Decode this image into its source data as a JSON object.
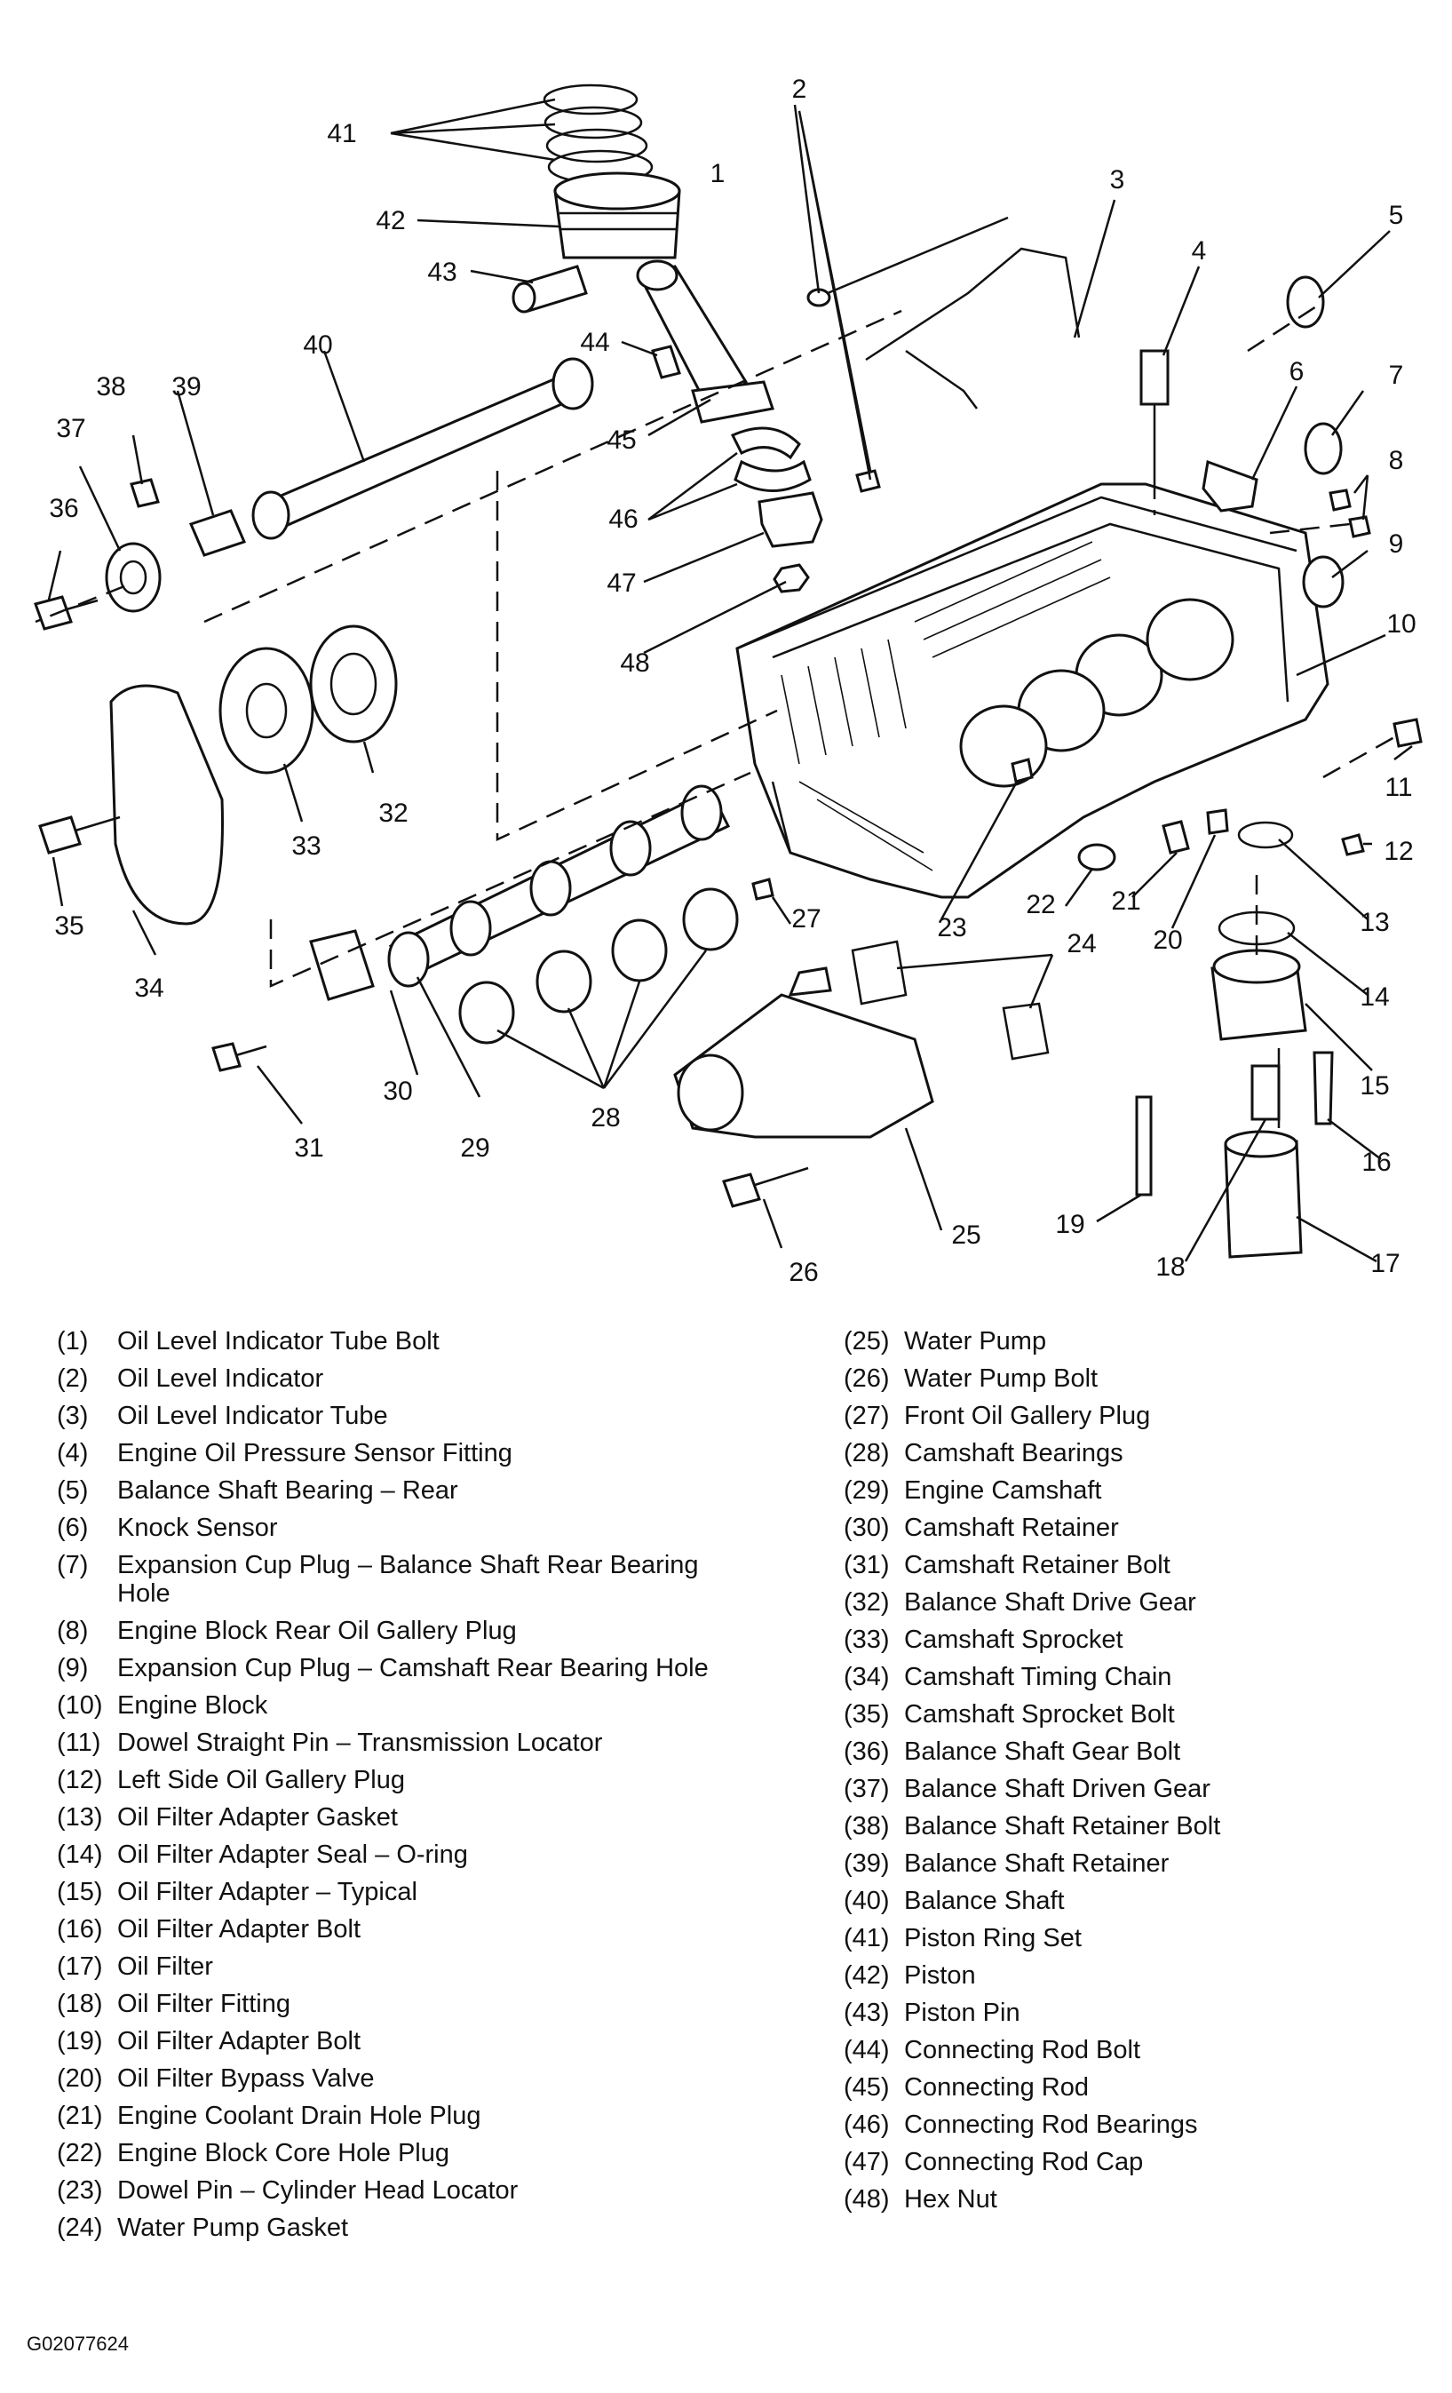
{
  "callouts": [
    "1",
    "2",
    "3",
    "4",
    "5",
    "6",
    "7",
    "8",
    "9",
    "10",
    "11",
    "12",
    "13",
    "14",
    "15",
    "16",
    "17",
    "18",
    "19",
    "20",
    "21",
    "22",
    "23",
    "24",
    "25",
    "26",
    "27",
    "28",
    "29",
    "30",
    "31",
    "32",
    "33",
    "34",
    "35",
    "36",
    "37",
    "38",
    "39",
    "40",
    "41",
    "42",
    "43",
    "44",
    "45",
    "46",
    "47",
    "48"
  ],
  "legend_left": [
    {
      "num": "(1)",
      "name": "Oil Level Indicator Tube Bolt"
    },
    {
      "num": "(2)",
      "name": "Oil Level Indicator"
    },
    {
      "num": "(3)",
      "name": "Oil Level Indicator Tube"
    },
    {
      "num": "(4)",
      "name": "Engine Oil Pressure Sensor Fitting"
    },
    {
      "num": "(5)",
      "name": "Balance Shaft Bearing – Rear"
    },
    {
      "num": "(6)",
      "name": "Knock Sensor"
    },
    {
      "num": "(7)",
      "name": "Expansion Cup Plug – Balance Shaft Rear Bearing Hole"
    },
    {
      "num": "(8)",
      "name": "Engine Block Rear Oil Gallery Plug"
    },
    {
      "num": "(9)",
      "name": "Expansion Cup Plug – Camshaft Rear Bearing Hole"
    },
    {
      "num": "(10)",
      "name": "Engine Block"
    },
    {
      "num": "(11)",
      "name": "Dowel Straight Pin – Transmission Locator"
    },
    {
      "num": "(12)",
      "name": "Left Side Oil Gallery Plug"
    },
    {
      "num": "(13)",
      "name": "Oil Filter Adapter Gasket"
    },
    {
      "num": "(14)",
      "name": "Oil Filter Adapter Seal – O-ring"
    },
    {
      "num": "(15)",
      "name": "Oil Filter Adapter – Typical"
    },
    {
      "num": "(16)",
      "name": "Oil Filter Adapter Bolt"
    },
    {
      "num": "(17)",
      "name": "Oil Filter"
    },
    {
      "num": "(18)",
      "name": "Oil Filter Fitting"
    },
    {
      "num": "(19)",
      "name": "Oil Filter Adapter Bolt"
    },
    {
      "num": "(20)",
      "name": "Oil Filter Bypass Valve"
    },
    {
      "num": "(21)",
      "name": "Engine Coolant Drain Hole Plug"
    },
    {
      "num": "(22)",
      "name": "Engine Block Core Hole Plug"
    },
    {
      "num": "(23)",
      "name": "Dowel Pin – Cylinder Head Locator"
    },
    {
      "num": "(24)",
      "name": "Water Pump Gasket"
    }
  ],
  "legend_right": [
    {
      "num": "(25)",
      "name": "Water Pump"
    },
    {
      "num": "(26)",
      "name": "Water Pump Bolt"
    },
    {
      "num": "(27)",
      "name": "Front Oil Gallery Plug"
    },
    {
      "num": "(28)",
      "name": "Camshaft Bearings"
    },
    {
      "num": "(29)",
      "name": "Engine Camshaft"
    },
    {
      "num": "(30)",
      "name": "Camshaft Retainer"
    },
    {
      "num": "(31)",
      "name": "Camshaft Retainer Bolt"
    },
    {
      "num": "(32)",
      "name": "Balance Shaft Drive Gear"
    },
    {
      "num": "(33)",
      "name": "Camshaft Sprocket"
    },
    {
      "num": "(34)",
      "name": "Camshaft Timing Chain"
    },
    {
      "num": "(35)",
      "name": "Camshaft Sprocket Bolt"
    },
    {
      "num": "(36)",
      "name": "Balance Shaft Gear Bolt"
    },
    {
      "num": "(37)",
      "name": "Balance Shaft Driven Gear"
    },
    {
      "num": "(38)",
      "name": "Balance Shaft Retainer Bolt"
    },
    {
      "num": "(39)",
      "name": "Balance Shaft Retainer"
    },
    {
      "num": "(40)",
      "name": "Balance Shaft"
    },
    {
      "num": "(41)",
      "name": "Piston Ring Set"
    },
    {
      "num": "(42)",
      "name": "Piston"
    },
    {
      "num": "(43)",
      "name": "Piston Pin"
    },
    {
      "num": "(44)",
      "name": "Connecting Rod Bolt"
    },
    {
      "num": "(45)",
      "name": "Connecting Rod"
    },
    {
      "num": "(46)",
      "name": "Connecting Rod Bearings"
    },
    {
      "num": "(47)",
      "name": "Connecting Rod Cap"
    },
    {
      "num": "(48)",
      "name": "Hex Nut"
    }
  ],
  "image_code": "G02077624"
}
